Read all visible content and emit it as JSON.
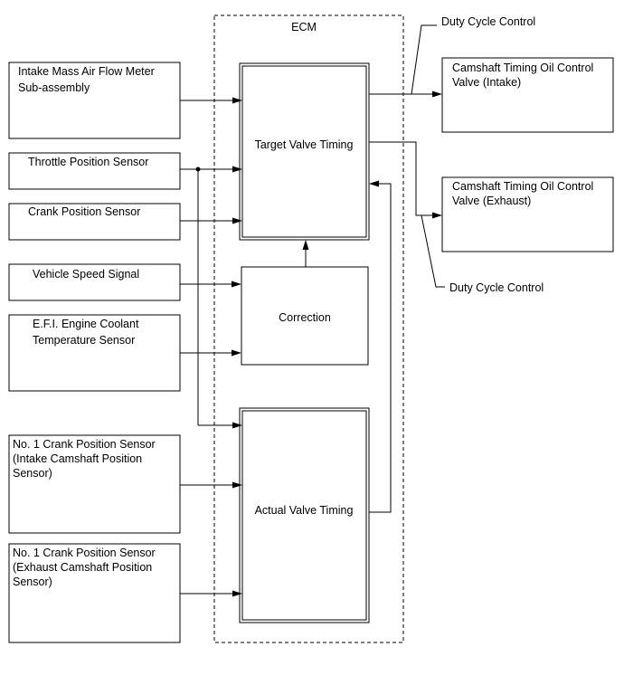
{
  "ecm_label": "ECM",
  "duty_cycle_top": "Duty Cycle Control",
  "duty_cycle_bottom": "Duty Cycle Control",
  "inputs": {
    "maf": [
      "Intake Mass Air Flow Meter",
      "Sub-assembly"
    ],
    "throttle": [
      "Throttle Position Sensor"
    ],
    "crank": [
      "Crank Position Sensor"
    ],
    "speed": [
      "Vehicle Speed Signal"
    ],
    "coolant": [
      "E.F.I. Engine Coolant",
      "Temperature Sensor"
    ],
    "cam_intake": [
      "No. 1 Crank Position Sensor",
      "(Intake Camshaft Position",
      "Sensor)"
    ],
    "cam_exhaust": [
      "No. 1 Crank Position Sensor",
      "(Exhaust Camshaft Position",
      "Sensor)"
    ]
  },
  "blocks": {
    "target": "Target Valve Timing",
    "correction": "Correction",
    "actual": "Actual Valve Timing"
  },
  "outputs": {
    "ocv_intake": [
      "Camshaft Timing Oil Control",
      "Valve (Intake)"
    ],
    "ocv_exhaust": [
      "Camshaft Timing Oil Control",
      "Valve (Exhaust)"
    ]
  }
}
